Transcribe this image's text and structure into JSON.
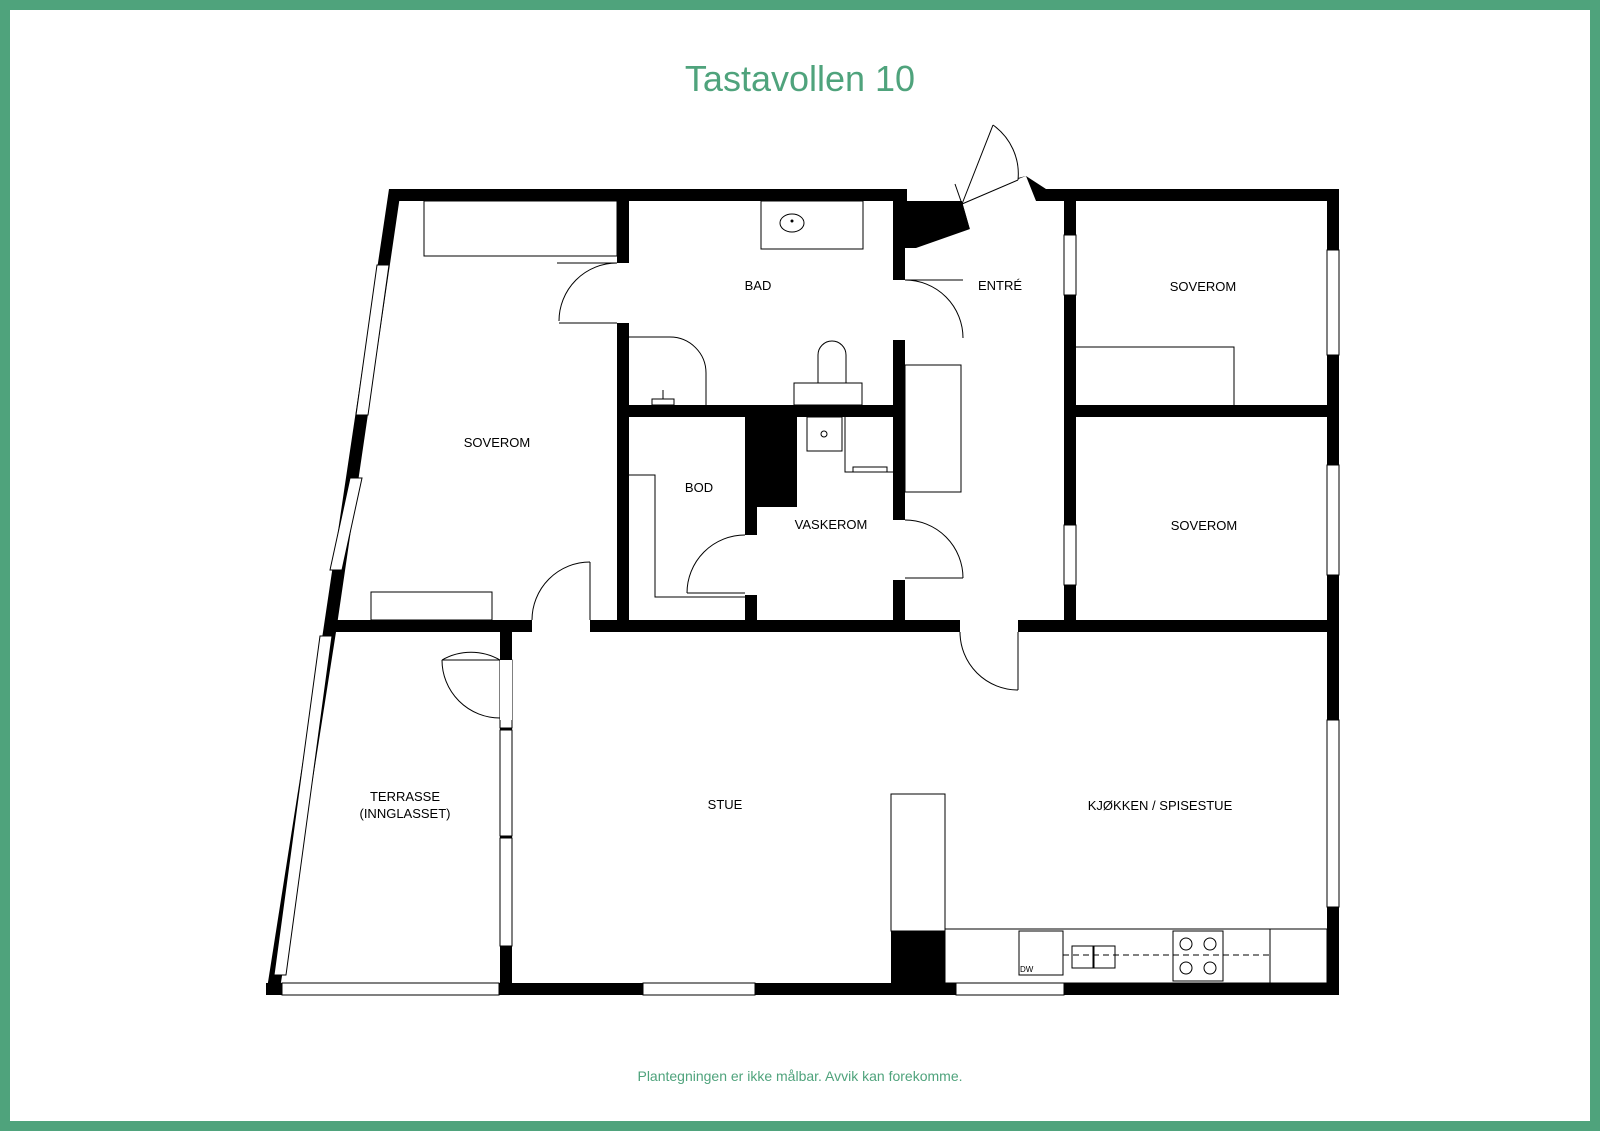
{
  "title": "Tastavollen 10",
  "footer": "Plantegningen er ikke målbar. Avvik kan forekomme.",
  "colors": {
    "frame": "#4fa37c",
    "walls": "#000000",
    "background": "#ffffff"
  },
  "rooms": {
    "soverom_west": "SOVEROM",
    "bad": "BAD",
    "entre": "ENTRÉ",
    "soverom_ne": "SOVEROM",
    "bod": "BOD",
    "vaskerom": "VASKEROM",
    "soverom_se": "SOVEROM",
    "terrasse_line1": "TERRASSE",
    "terrasse_line2": "(INNGLASSET)",
    "stue": "STUE",
    "kjokken": "KJØKKEN / SPISESTUE"
  },
  "appliances": {
    "dishwasher": "DW"
  }
}
